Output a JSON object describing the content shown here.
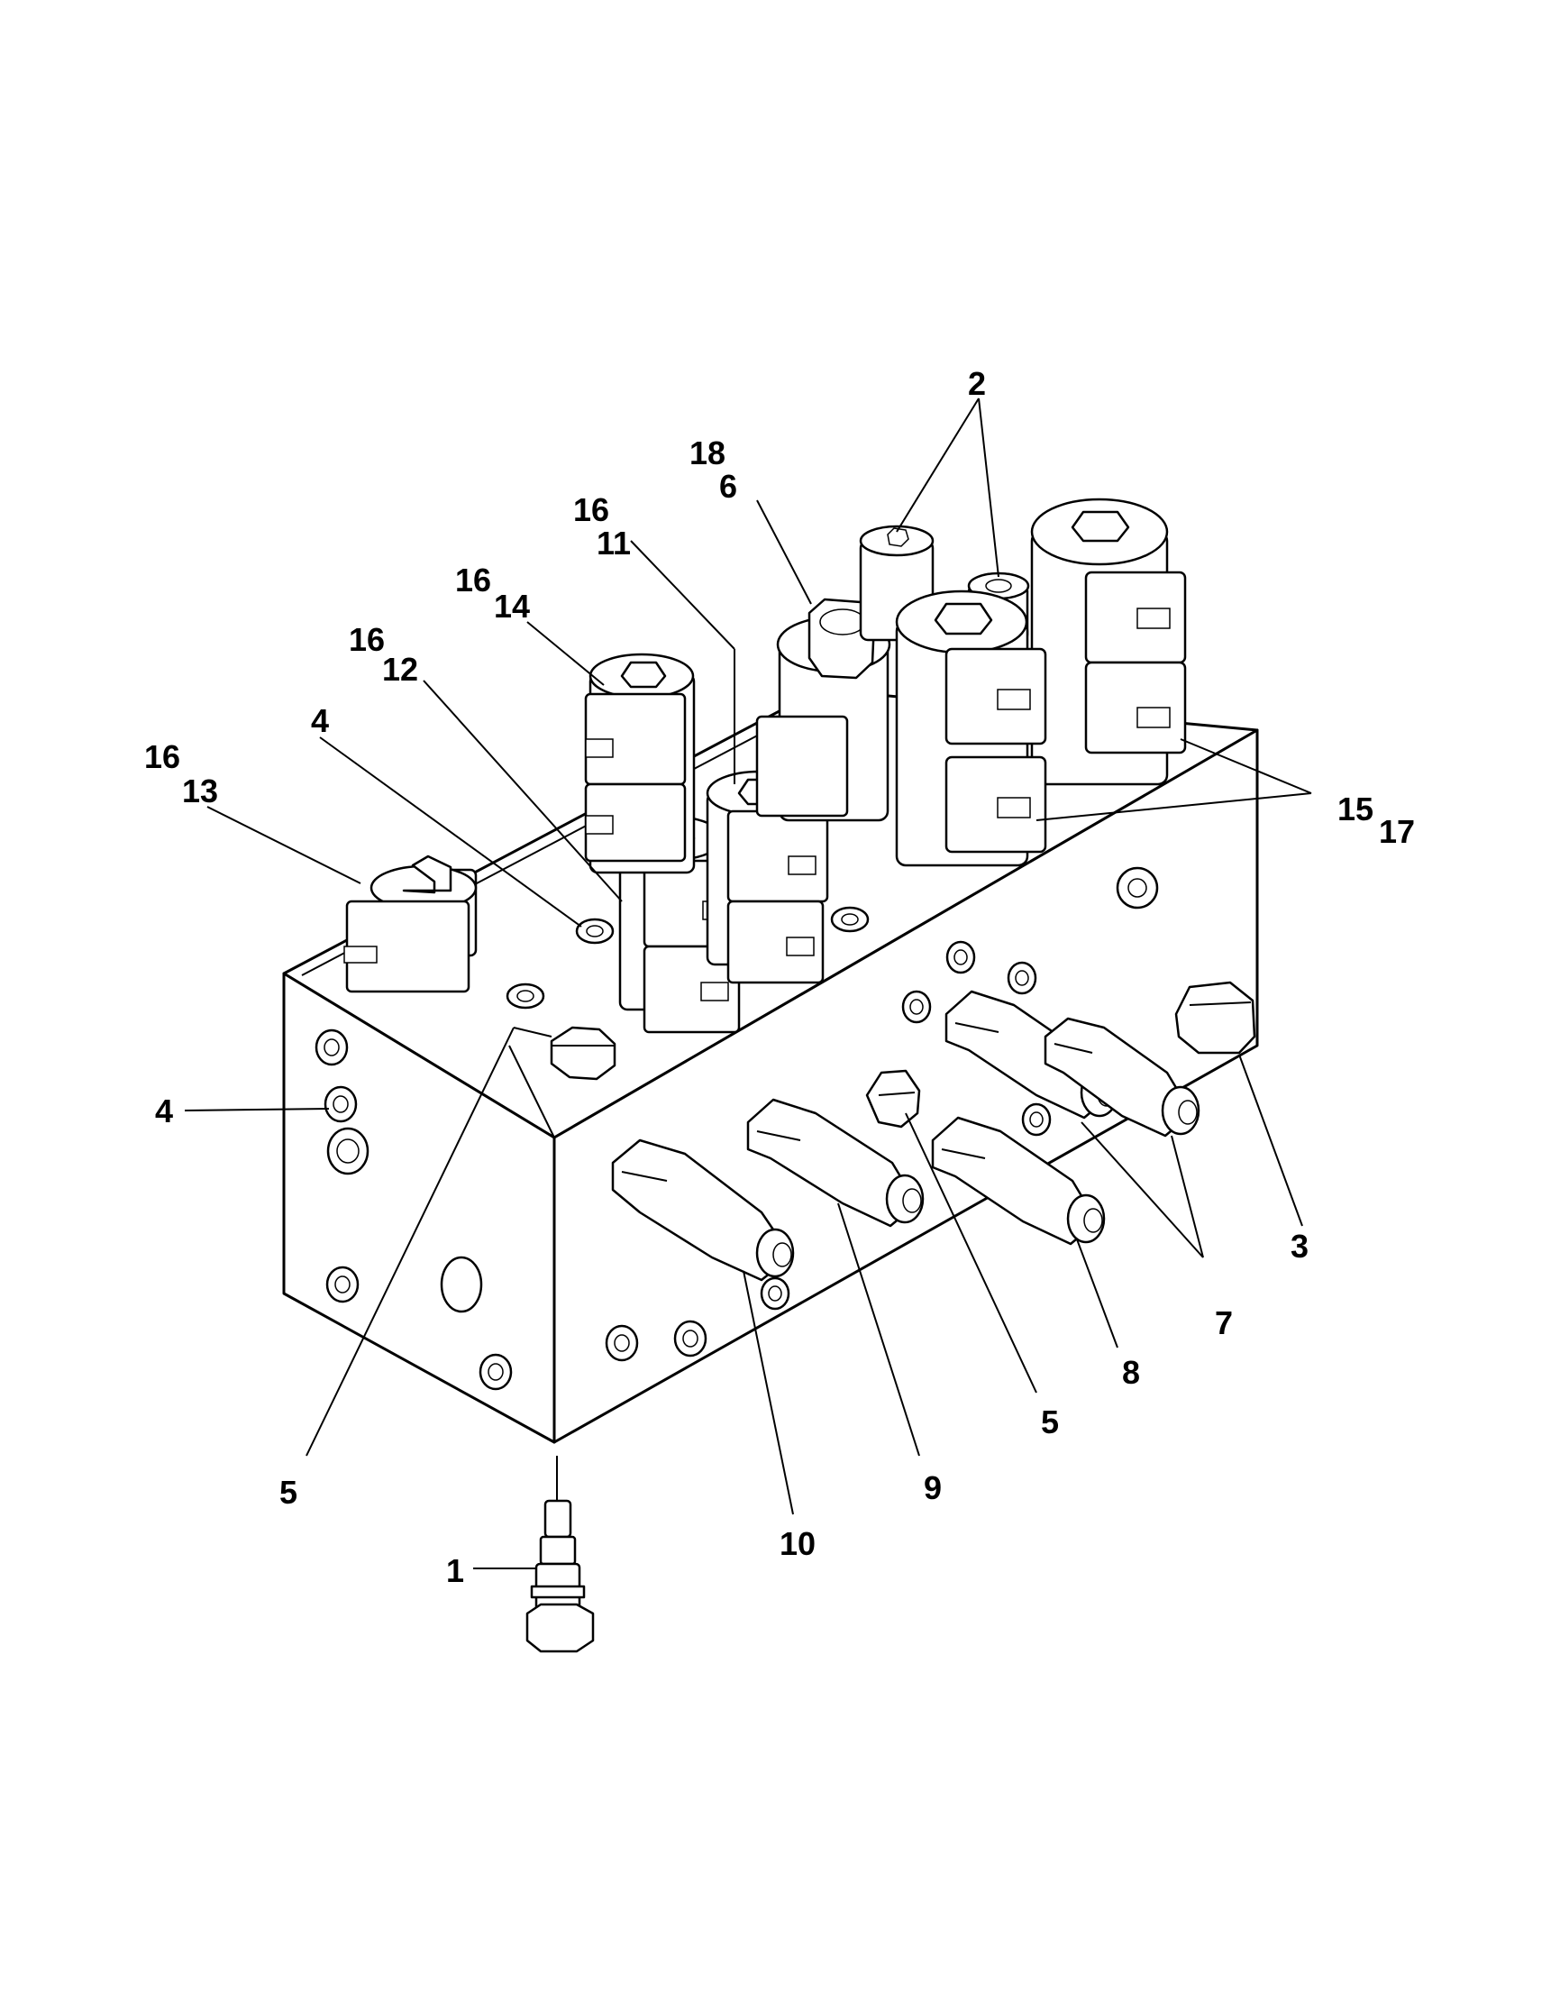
{
  "callouts": [
    {
      "id": "c2",
      "text": "2"
    },
    {
      "id": "c18",
      "text": "18"
    },
    {
      "id": "c6",
      "text": "6"
    },
    {
      "id": "c16a",
      "text": "16"
    },
    {
      "id": "c11",
      "text": "11"
    },
    {
      "id": "c16b",
      "text": "16"
    },
    {
      "id": "c14",
      "text": "14"
    },
    {
      "id": "c16c",
      "text": "16"
    },
    {
      "id": "c12",
      "text": "12"
    },
    {
      "id": "c4a",
      "text": "4"
    },
    {
      "id": "c16d",
      "text": "16"
    },
    {
      "id": "c13",
      "text": "13"
    },
    {
      "id": "c15",
      "text": "15"
    },
    {
      "id": "c17",
      "text": "17"
    },
    {
      "id": "c4b",
      "text": "4"
    },
    {
      "id": "c3",
      "text": "3"
    },
    {
      "id": "c7",
      "text": "7"
    },
    {
      "id": "c8",
      "text": "8"
    },
    {
      "id": "c5a",
      "text": "5"
    },
    {
      "id": "c9",
      "text": "9"
    },
    {
      "id": "c5b",
      "text": "5"
    },
    {
      "id": "c10",
      "text": "10"
    },
    {
      "id": "c1",
      "text": "1"
    }
  ]
}
